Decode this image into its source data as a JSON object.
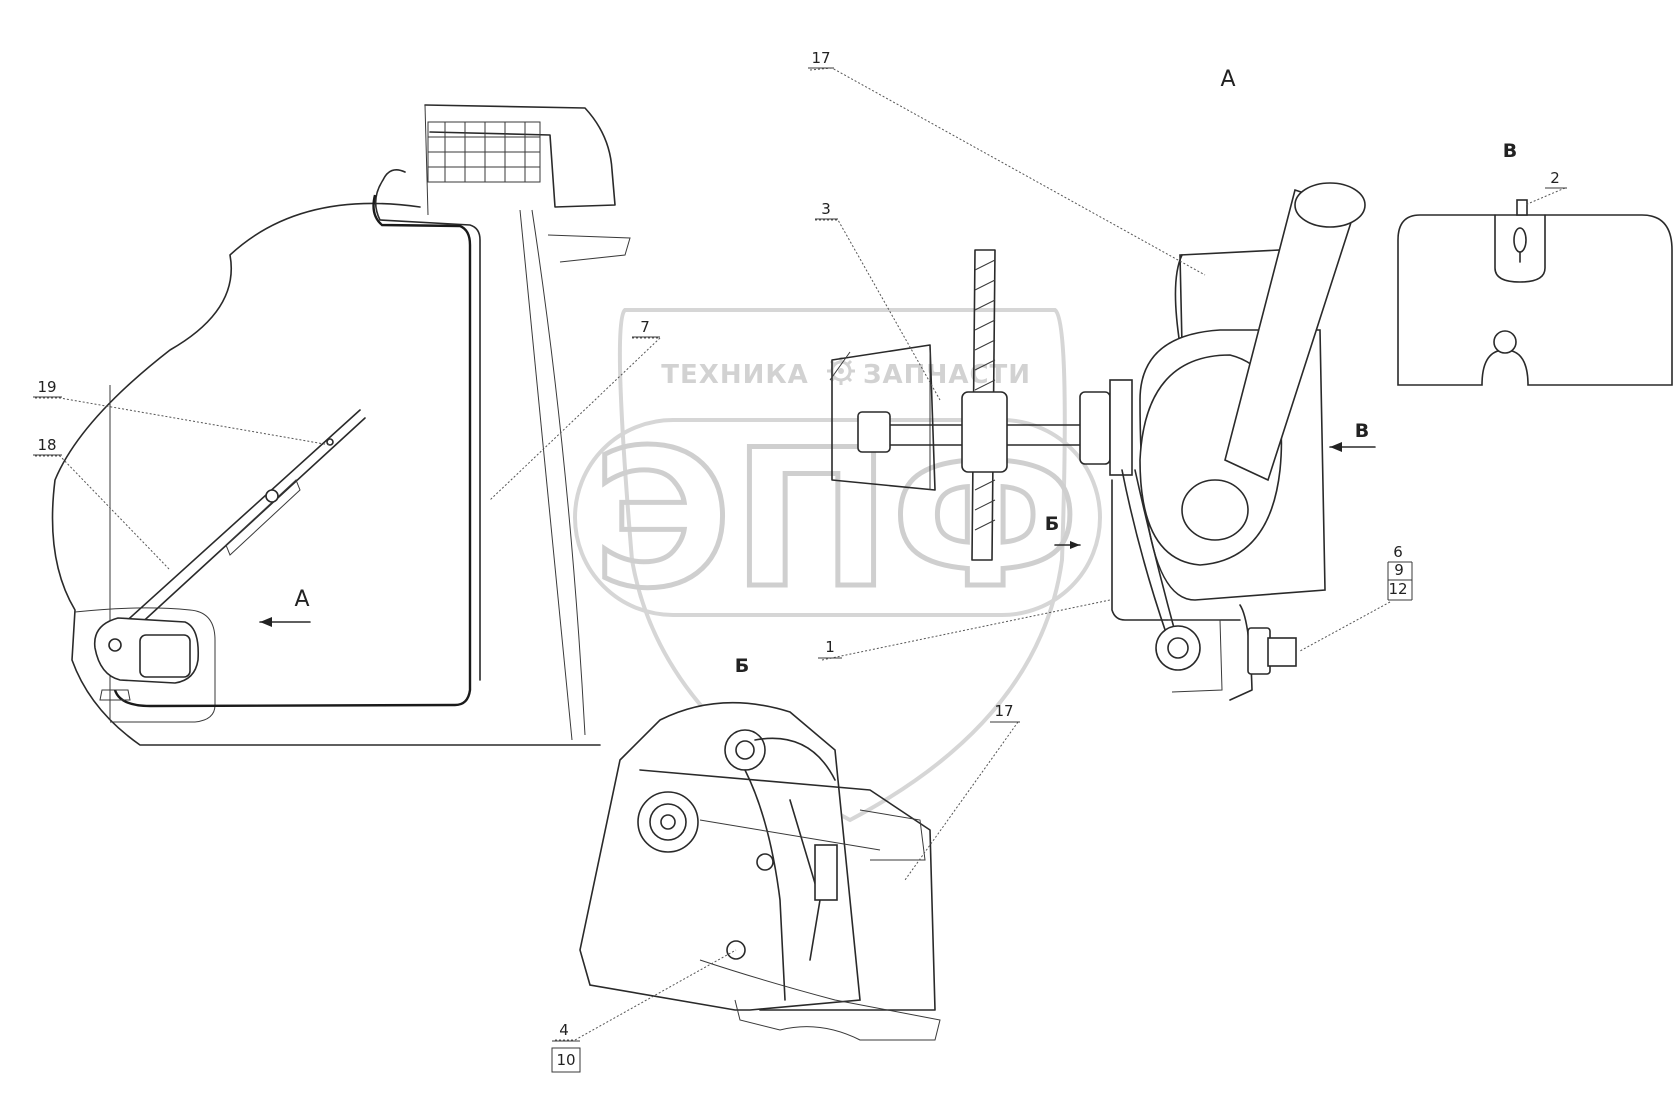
{
  "callouts": {
    "c17_top": "17",
    "c3": "3",
    "c2": "2",
    "c7": "7",
    "c19": "19",
    "c18": "18",
    "c1": "1",
    "c17_bottom": "17",
    "c6": "6",
    "c9": "9",
    "c12": "12",
    "c4": "4",
    "c10": "10"
  },
  "views": {
    "a_title": "А",
    "a_arrow": "А",
    "b_arrow": "Б",
    "b_title": "Б",
    "v_arrow": "В",
    "v_title": "В"
  },
  "watermark": {
    "left_text": "ТЕХНИКА",
    "right_text": "ЗАПЧАСТИ",
    "big_text": "ЭПФ",
    "gear_icon": "gear-icon"
  }
}
